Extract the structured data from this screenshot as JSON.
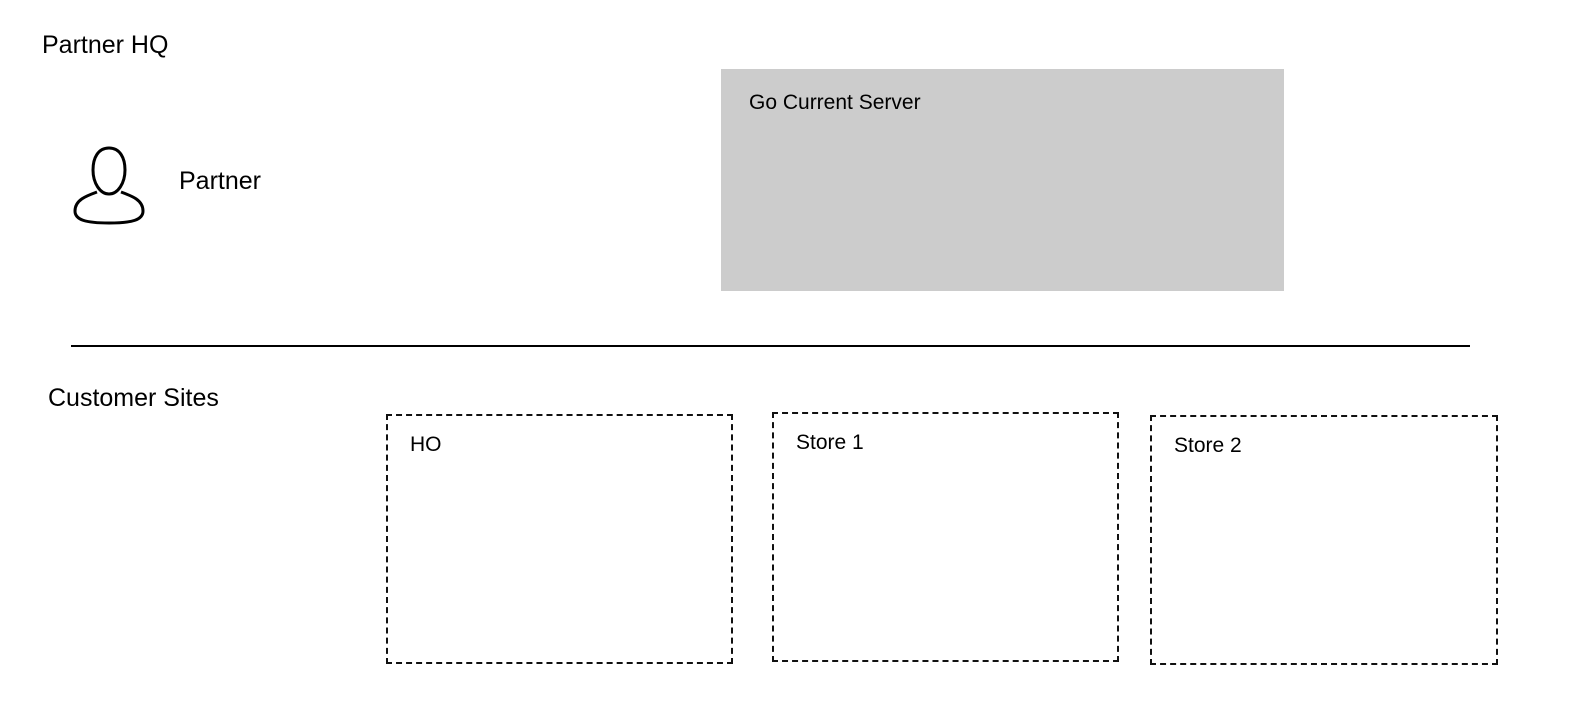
{
  "hq_section": {
    "title": "Partner HQ",
    "person": {
      "icon": "person-icon",
      "label": "Partner"
    },
    "server": {
      "label": "Go Current Server",
      "fill_color": "#cccccc"
    }
  },
  "customer_section": {
    "title": "Customer Sites",
    "sites": [
      {
        "label": "HO"
      },
      {
        "label": "Store 1"
      },
      {
        "label": "Store 2"
      }
    ]
  }
}
